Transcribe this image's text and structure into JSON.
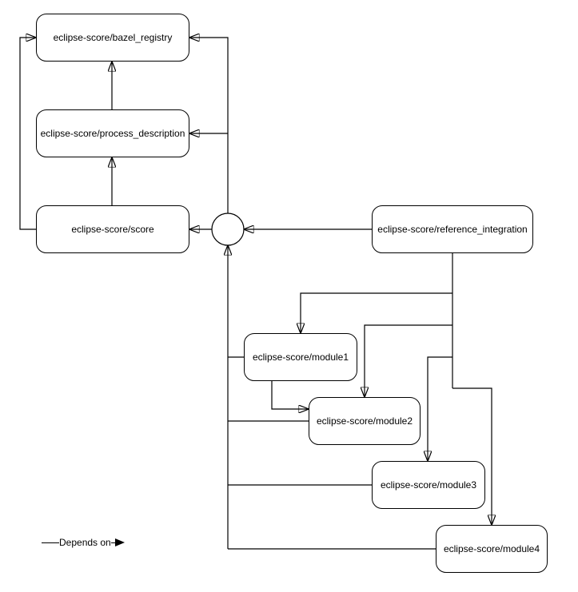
{
  "diagram": {
    "background_color": "#ffffff",
    "stroke_color": "#000000",
    "text_color": "#000000",
    "nodes": [
      {
        "id": "bazel_registry",
        "label": "eclipse-score/bazel_registry"
      },
      {
        "id": "process_description",
        "label": "eclipse-score/process_description"
      },
      {
        "id": "score",
        "label": "eclipse-score/score"
      },
      {
        "id": "reference_integration",
        "label": "eclipse-score/reference_integration"
      },
      {
        "id": "module1",
        "label": "eclipse-score/module1"
      },
      {
        "id": "module2",
        "label": "eclipse-score/module2"
      },
      {
        "id": "module3",
        "label": "eclipse-score/module3"
      },
      {
        "id": "module4",
        "label": "eclipse-score/module4"
      }
    ],
    "junction": {
      "shape": "circle",
      "label": ""
    },
    "edges": [
      {
        "from": "score",
        "to": "process_description"
      },
      {
        "from": "process_description",
        "to": "bazel_registry"
      },
      {
        "from": "score",
        "to": "bazel_registry"
      },
      {
        "from": "junction",
        "to": "score"
      },
      {
        "from": "junction",
        "to": "process_description"
      },
      {
        "from": "junction",
        "to": "bazel_registry"
      },
      {
        "from": "reference_integration",
        "to": "junction"
      },
      {
        "from": "module1",
        "to": "junction"
      },
      {
        "from": "module2",
        "to": "junction"
      },
      {
        "from": "module3",
        "to": "junction"
      },
      {
        "from": "module4",
        "to": "junction"
      },
      {
        "from": "reference_integration",
        "to": "module1"
      },
      {
        "from": "reference_integration",
        "to": "module2"
      },
      {
        "from": "reference_integration",
        "to": "module3"
      },
      {
        "from": "reference_integration",
        "to": "module4"
      },
      {
        "from": "module1",
        "to": "module2"
      }
    ],
    "legend": {
      "label": "Depends on"
    }
  }
}
